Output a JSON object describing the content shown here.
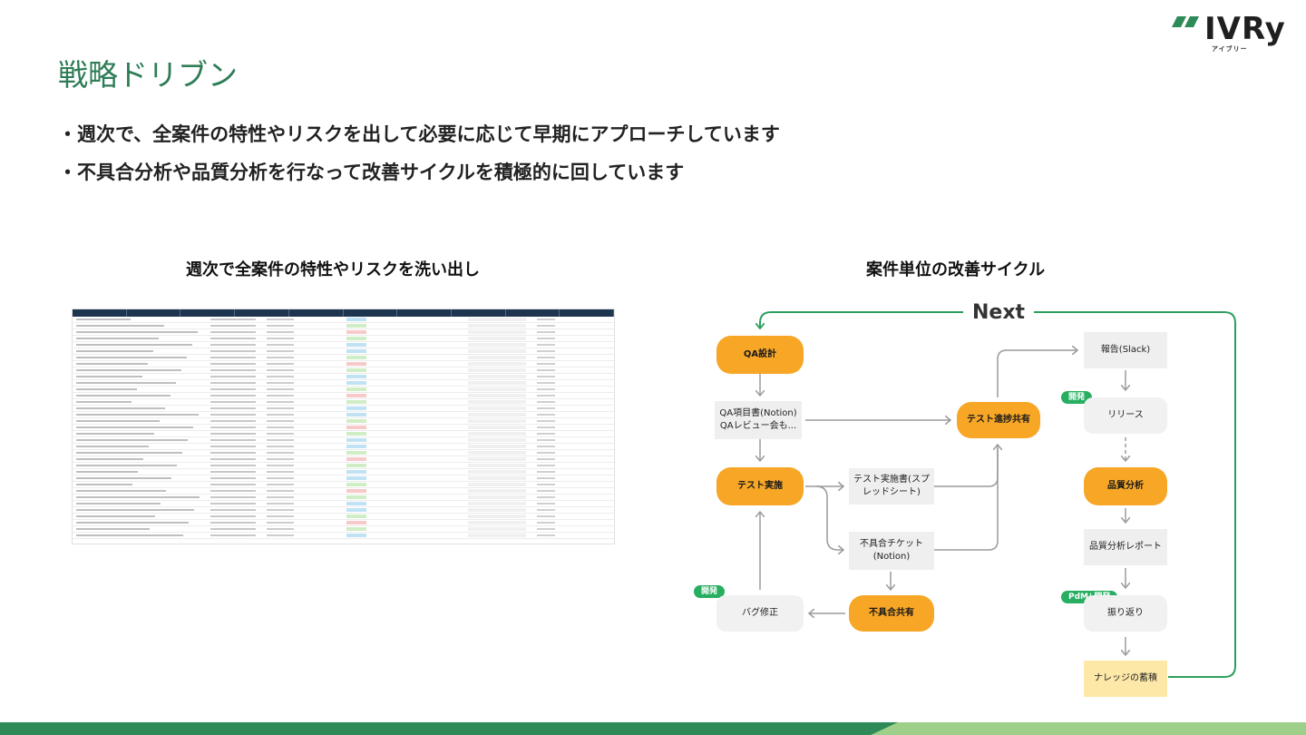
{
  "brand": {
    "name": "IVRy",
    "sub": "アイブリー",
    "color": "#2e8b57"
  },
  "title": "戦略ドリブン",
  "bullets": [
    "・週次で、全案件の特性やリスクを出して必要に応じて早期にアプローチしています",
    "・不具合分析や品質分析を行なって改善サイクルを積極的に回しています"
  ],
  "sections": {
    "left_heading": "週次で全案件の特性やリスクを洗い出し",
    "right_heading": "案件単位の改善サイクル"
  },
  "flow": {
    "next_label": "Next",
    "qa_design": "QA設計",
    "qa_docs_line1": "QA項目書(Notion)",
    "qa_docs_line2": "QAレビュー会も...",
    "test_exec": "テスト実施",
    "test_doc_line1": "テスト実施書(スプ",
    "test_doc_line2": "レッドシート)",
    "bug_ticket_line1": "不具合チケット",
    "bug_ticket_line2": "(Notion)",
    "bug_share": "不具合共有",
    "bug_fix": "バグ修正",
    "progress_share": "テスト進捗共有",
    "report": "報告(Slack)",
    "release": "リリース",
    "quality_analysis": "品質分析",
    "quality_report": "品質分析レポート",
    "retro": "振り返り",
    "knowledge": "ナレッジの蓄積",
    "badge_dev_1": "開発",
    "badge_dev_2": "開発",
    "badge_pdm": "PdM/ 開発"
  },
  "colors": {
    "orange": "#f7a626",
    "green": "#27ae60",
    "title": "#2e7d57",
    "yellow": "#fde8a8"
  }
}
